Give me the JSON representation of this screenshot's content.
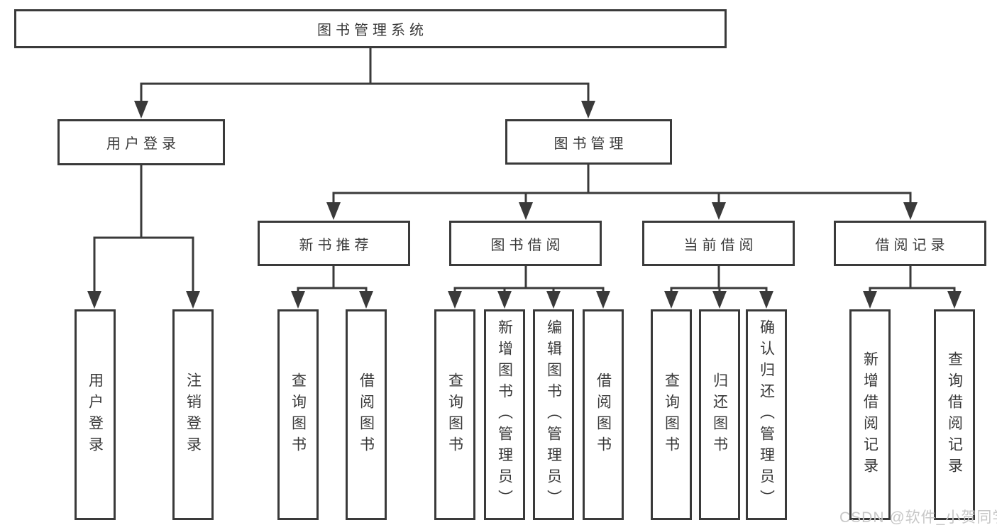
{
  "diagram": {
    "title": "图书管理系统",
    "root": {
      "label": "图书管理系统"
    },
    "level2": [
      {
        "id": "user-login",
        "label": "用户登录"
      },
      {
        "id": "book-management",
        "label": "图书管理"
      }
    ],
    "level3": [
      {
        "id": "new-book-recommend",
        "label": "新书推荐",
        "parent": "图书管理"
      },
      {
        "id": "book-borrow",
        "label": "图书借阅",
        "parent": "图书管理"
      },
      {
        "id": "current-borrow",
        "label": "当前借阅",
        "parent": "图书管理"
      },
      {
        "id": "borrow-records",
        "label": "借阅记录",
        "parent": "图书管理"
      }
    ],
    "leaves": [
      {
        "label": "用户登录",
        "parent": "用户登录"
      },
      {
        "label": "注销登录",
        "parent": "用户登录"
      },
      {
        "label": "查询图书",
        "parent": "新书推荐"
      },
      {
        "label": "借阅图书",
        "parent": "新书推荐"
      },
      {
        "label": "查询图书",
        "parent": "图书借阅"
      },
      {
        "label": "新增图书（管理员）",
        "parent": "图书借阅"
      },
      {
        "label": "编辑图书（管理员）",
        "parent": "图书借阅"
      },
      {
        "label": "借阅图书",
        "parent": "图书借阅"
      },
      {
        "label": "查询图书",
        "parent": "当前借阅"
      },
      {
        "label": "归还图书",
        "parent": "当前借阅"
      },
      {
        "label": "确认归还（管理员）",
        "parent": "当前借阅"
      },
      {
        "label": "新增借阅记录",
        "parent": "借阅记录"
      },
      {
        "label": "查询借阅记录",
        "parent": "借阅记录"
      }
    ]
  },
  "watermark": "CSDN @软件_小贺同学",
  "colors": {
    "line": "#3a3a3a",
    "text": "#383838",
    "watermark": "#c7c7c7",
    "background": "#ffffff"
  }
}
